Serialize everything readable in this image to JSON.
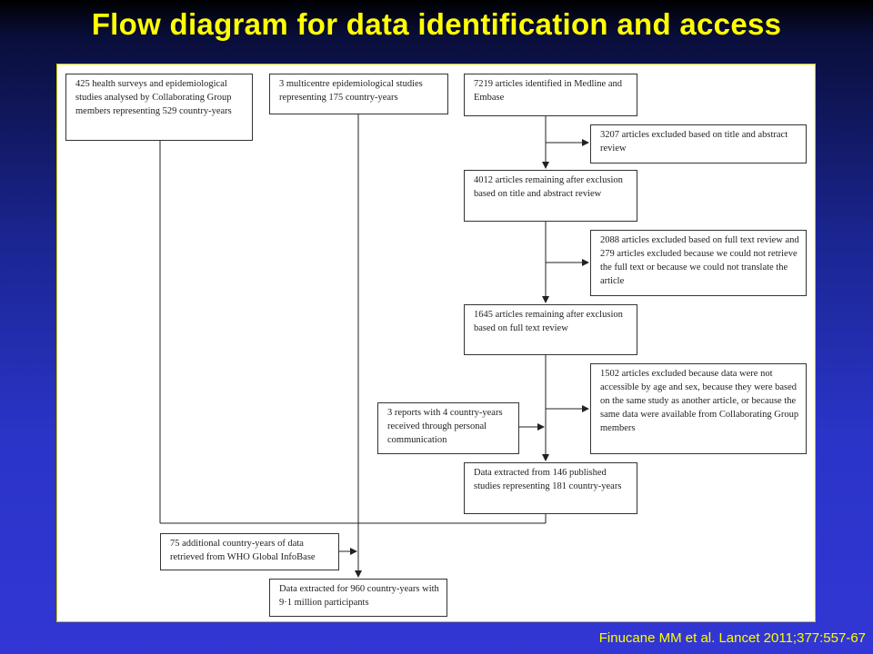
{
  "slide": {
    "title": "Flow diagram for data identification and access",
    "citation": "Finucane MM et al. Lancet 2011;377:557-67",
    "title_color": "#ffff00"
  },
  "diagram": {
    "boxes": {
      "health_surveys": "425 health surveys and epidemiological studies analysed by Collaborating Group members representing 529 country-years",
      "multicentre": "3 multicentre epidemiological studies representing 175 country-years",
      "medline": "7219 articles identified in Medline and Embase",
      "excluded_title": "3207 articles excluded based on title and abstract review",
      "remaining_title": "4012 articles remaining after exclusion based on title and abstract review",
      "excluded_fulltext": "2088 articles excluded based on full text review and 279 articles excluded because we could not retrieve the full text or because we could not translate the article",
      "remaining_fulltext": "1645 articles remaining after exclusion based on full text review",
      "excluded_access": "1502 articles excluded because data were not accessible by age and sex, because they were based on the same study as another article, or because the same data were available from Collaborating Group members",
      "personal_comm": "3 reports with 4 country-years received through personal communication",
      "extracted_published": "Data extracted from 146 published studies representing 181 country-years",
      "who_infobase": "75 additional country-years of data retrieved from WHO Global InfoBase",
      "final": "Data extracted for 960 country-years with 9·1 million participants"
    }
  }
}
